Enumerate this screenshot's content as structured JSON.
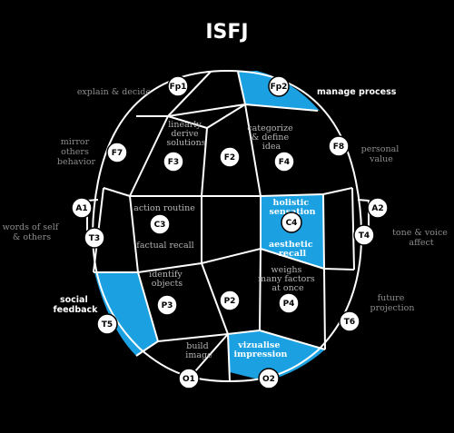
{
  "title": "ISFJ",
  "colors": {
    "background": "#000000",
    "active": "#1ba1e2",
    "line": "#ffffff",
    "muted_text": "#8c8c8c"
  },
  "outer_labels": {
    "explain": "explain & decide",
    "manage": "manage process",
    "mirror": [
      "mirror",
      "others",
      "behavior"
    ],
    "personal": [
      "personal",
      "value"
    ],
    "words": [
      "words of self",
      "& others"
    ],
    "tone": [
      "tone & voice",
      "affect"
    ],
    "social": [
      "social",
      "feedback"
    ],
    "future": [
      "future",
      "projection"
    ]
  },
  "inner_labels": {
    "linearly": [
      "linearly",
      "derive",
      "solutions"
    ],
    "categorize": [
      "categorize",
      "& define",
      "idea"
    ],
    "action": "action routine",
    "factual": "factual recall",
    "holistic": [
      "holistic",
      "sensation"
    ],
    "aesthetic": [
      "aesthetic",
      "recall"
    ],
    "identify": [
      "identify",
      "objects"
    ],
    "weighs": [
      "weighs",
      "many factors",
      "at once"
    ],
    "build": [
      "build",
      "image"
    ],
    "vizualise": [
      "vizualise",
      "impression"
    ]
  },
  "nodes": {
    "Fp1": "Fp1",
    "Fp2": "Fp2",
    "F7": "F7",
    "F8": "F8",
    "F3": "F3",
    "F2": "F2",
    "F4": "F4",
    "A1": "A1",
    "A2": "A2",
    "T3": "T3",
    "T4": "T4",
    "C3": "C3",
    "C4": "C4",
    "P3": "P3",
    "P2": "P2",
    "P4": "P4",
    "T5": "T5",
    "T6": "T6",
    "O1": "O1",
    "O2": "O2"
  }
}
